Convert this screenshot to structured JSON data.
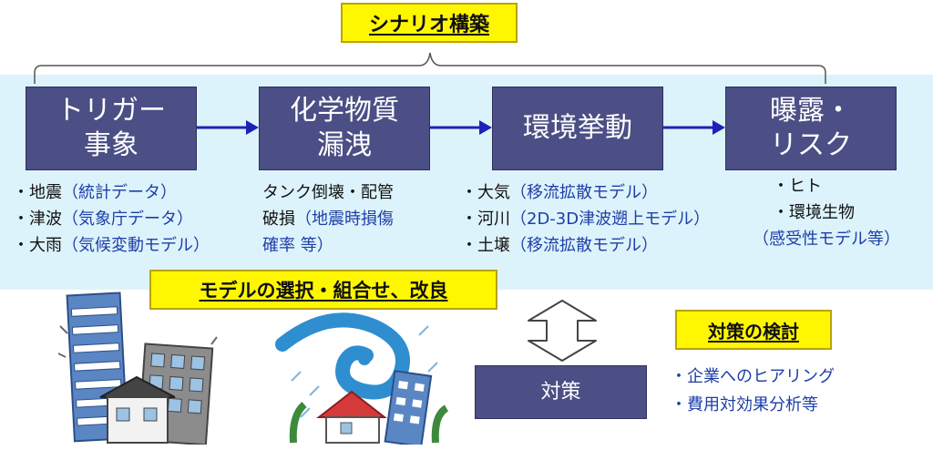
{
  "titles": {
    "scenario": "シナリオ構築",
    "model": "モデルの選択・組合せ、改良",
    "measures": "対策の検討"
  },
  "boxes": [
    {
      "label": "トリガー\n事象"
    },
    {
      "label": "化学物質\n漏洩"
    },
    {
      "label": "環境挙動"
    },
    {
      "label": "曝露・\nリスク"
    }
  ],
  "lists": {
    "trigger": [
      {
        "main": "・地震",
        "note": "（統計データ）"
      },
      {
        "main": "・津波",
        "note": "（気象庁データ）"
      },
      {
        "main": "・大雨",
        "note": "（気候変動モデル）"
      }
    ],
    "leak": {
      "line1": "タンク倒壊・配管",
      "line2_main": "破損",
      "line2_note": "（地震時損傷",
      "line3_note": "確率 等）"
    },
    "env": [
      {
        "main": "・大気",
        "note": "（移流拡散モデル）"
      },
      {
        "main": "・河川",
        "note": "（2D-3D津波遡上モデル）"
      },
      {
        "main": "・土壌",
        "note": "（移流拡散モデル）"
      }
    ],
    "exposure": {
      "line1": "・ヒト",
      "line2": "・環境生物",
      "line3_note": "（感受性モデル等）"
    }
  },
  "countermeasure": {
    "box_label": "対策",
    "items": [
      "・企業へのヒアリング",
      "・費用対効果分析等"
    ]
  },
  "colors": {
    "box_fill": "#4b4f85",
    "highlight": "#fff700",
    "panel": "#ddf3fb",
    "arrow": "#1c22b8",
    "note_text": "#1e3ea8"
  }
}
